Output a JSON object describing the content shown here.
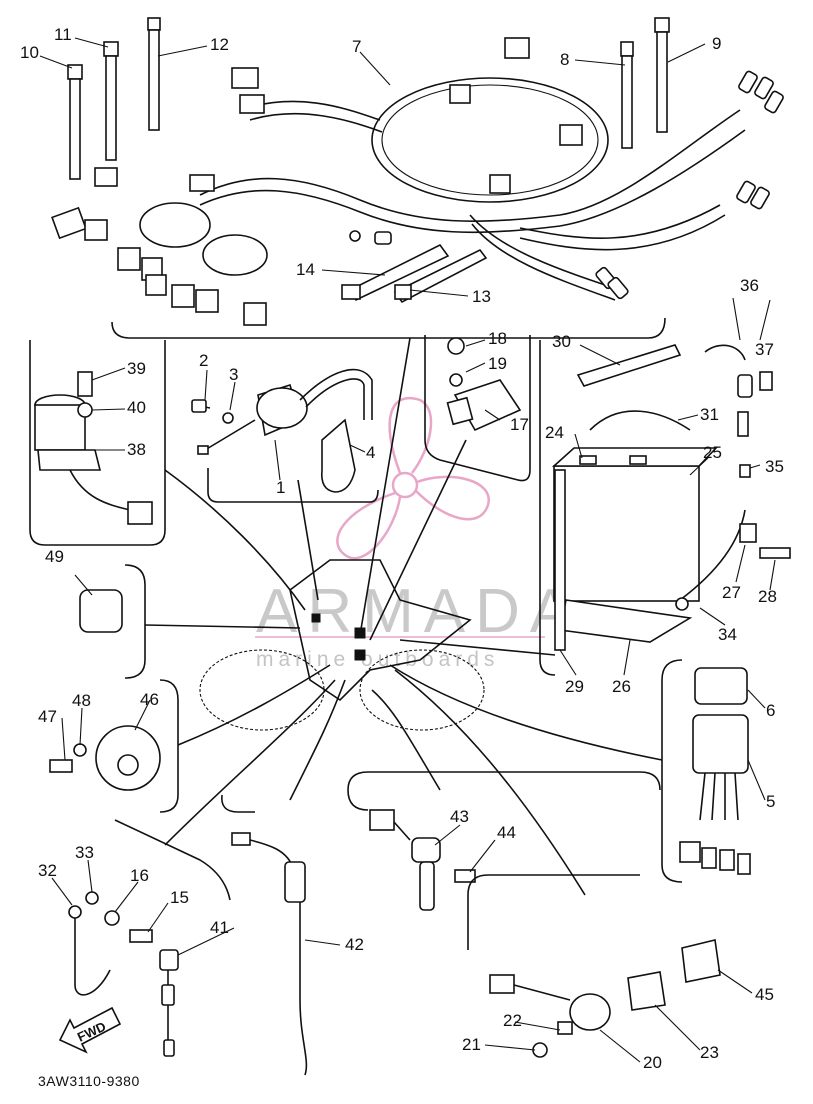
{
  "diagram": {
    "drawing_code": "3AW3110-9380",
    "direction_label": "FWD",
    "watermark": {
      "brand": "ARMADA",
      "tagline": "marine outboards",
      "accent_color": "#e8a6c8"
    },
    "callouts": {
      "c1": "1",
      "c2": "2",
      "c3": "3",
      "c4": "4",
      "c5": "5",
      "c6": "6",
      "c7": "7",
      "c8": "8",
      "c9": "9",
      "c10": "10",
      "c11": "11",
      "c12": "12",
      "c13": "13",
      "c14": "14",
      "c15": "15",
      "c16": "16",
      "c17": "17",
      "c18": "18",
      "c19": "19",
      "c20": "20",
      "c21": "21",
      "c22": "22",
      "c23": "23",
      "c24": "24",
      "c25": "25",
      "c26": "26",
      "c27": "27",
      "c28": "28",
      "c29": "29",
      "c30": "30",
      "c31": "31",
      "c32": "32",
      "c33": "33",
      "c34": "34",
      "c35": "35",
      "c36": "36",
      "c37": "37",
      "c38": "38",
      "c39": "39",
      "c40": "40",
      "c41": "41",
      "c42": "42",
      "c43": "43",
      "c44": "44",
      "c45": "45",
      "c46": "46",
      "c47": "47",
      "c48": "48",
      "c49": "49"
    }
  }
}
